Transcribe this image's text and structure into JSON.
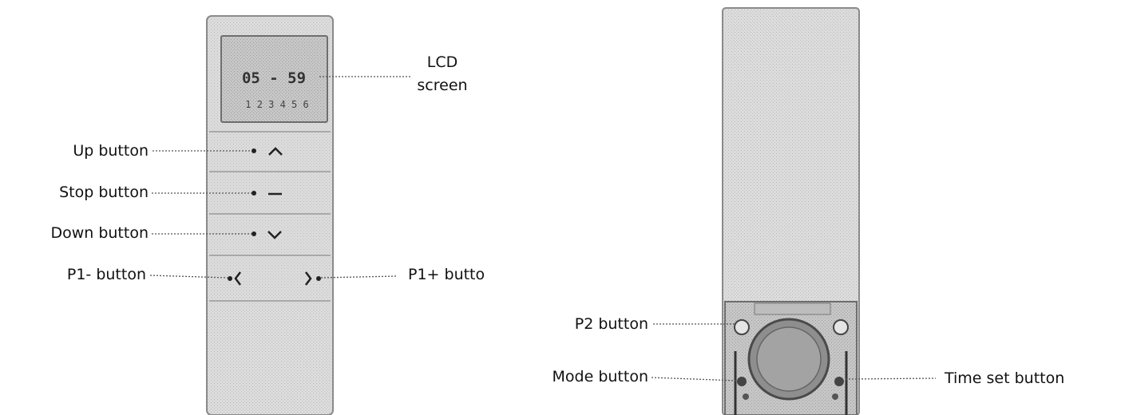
{
  "front_labels": {
    "lcd": [
      "LCD",
      "screen"
    ],
    "up": "Up button",
    "stop": "Stop button",
    "down": "Down button",
    "p1_minus": "P1- button",
    "p1_plus": "P1+ butto"
  },
  "back_labels": {
    "p2": "P2 button",
    "mode": "Mode button",
    "time_set": "Time set button"
  },
  "lcd_display": {
    "top_row": "05 - 59",
    "bottom_row": "1 2 3 4 5 6"
  },
  "icons": {
    "up": "chevron-up-icon",
    "stop": "dash-icon",
    "down": "chevron-down-icon",
    "p1_minus": "chevron-left-icon",
    "p1_plus": "chevron-right-icon"
  },
  "colors": {
    "device_body": "#d9d9d9",
    "device_edge": "#8a8a8a",
    "lcd_bg": "#c9c9c9",
    "leader_line": "#555555",
    "text": "#111111"
  }
}
